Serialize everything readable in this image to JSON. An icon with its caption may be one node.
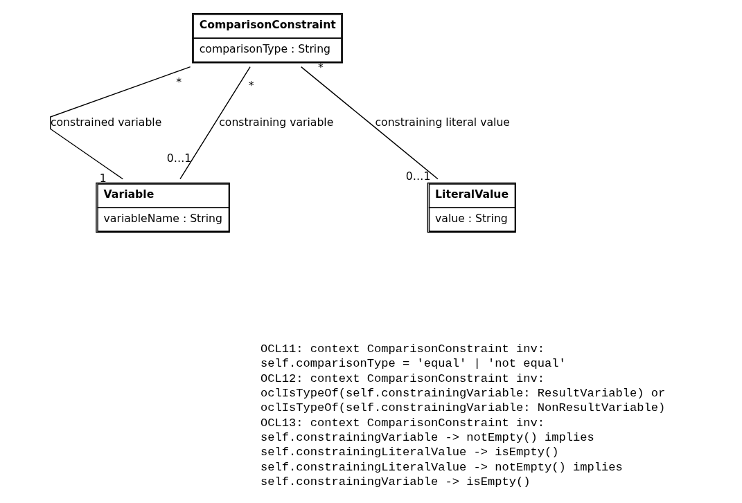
{
  "diagram": {
    "nodes": [
      {
        "text": [
          "ComparisonConstraint",
          "comparisonType : String"
        ]
      },
      {
        "text": [
          "Variable",
          "variableName : String"
        ]
      },
      {
        "text": [
          "LiteralValue",
          "value : String"
        ]
      }
    ],
    "edges": [
      {
        "from": 0,
        "to": 1,
        "arrow": "none",
        "label": "constrained variable"
      },
      {
        "from": 0,
        "to": 1,
        "arrow": "none",
        "label": "constraining variable"
      },
      {
        "from": 0,
        "to": 2,
        "arrow": "none",
        "label": "constraining literal value"
      }
    ],
    "labels": [
      "*",
      "*",
      "*",
      "1",
      "0…1",
      "0…1",
      "OCL11: context ComparisonConstraint inv:",
      "self.comparisonType = 'equal' | 'not equal'",
      "OCL12: context ComparisonConstraint inv:",
      "oclIsTypeOf(self.constrainingVariable: ResultVariable) or",
      "oclIsTypeOf(self.constrainingVariable: NonResultVariable)",
      "OCL13: context ComparisonConstraint inv:",
      "self.constrainingVariable -> notEmpty() implies",
      "self.constrainingLiteralValue -> isEmpty()",
      "self.constrainingLiteralValue -> notEmpty() implies",
      "self.constrainingVariable -> isEmpty()"
    ]
  }
}
